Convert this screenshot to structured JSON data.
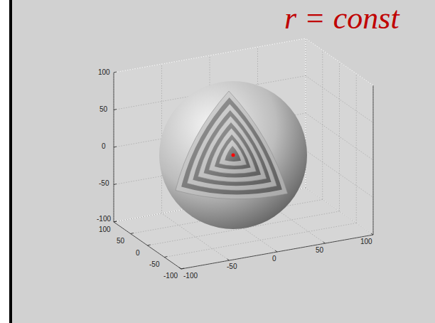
{
  "diagram": {
    "labels": [
      "r = const",
      "100",
      "50",
      "0",
      "-50",
      "-100",
      "100",
      "50",
      "0",
      "-50",
      "-100",
      "100",
      "50",
      "0",
      "-50",
      "-100"
    ]
  }
}
